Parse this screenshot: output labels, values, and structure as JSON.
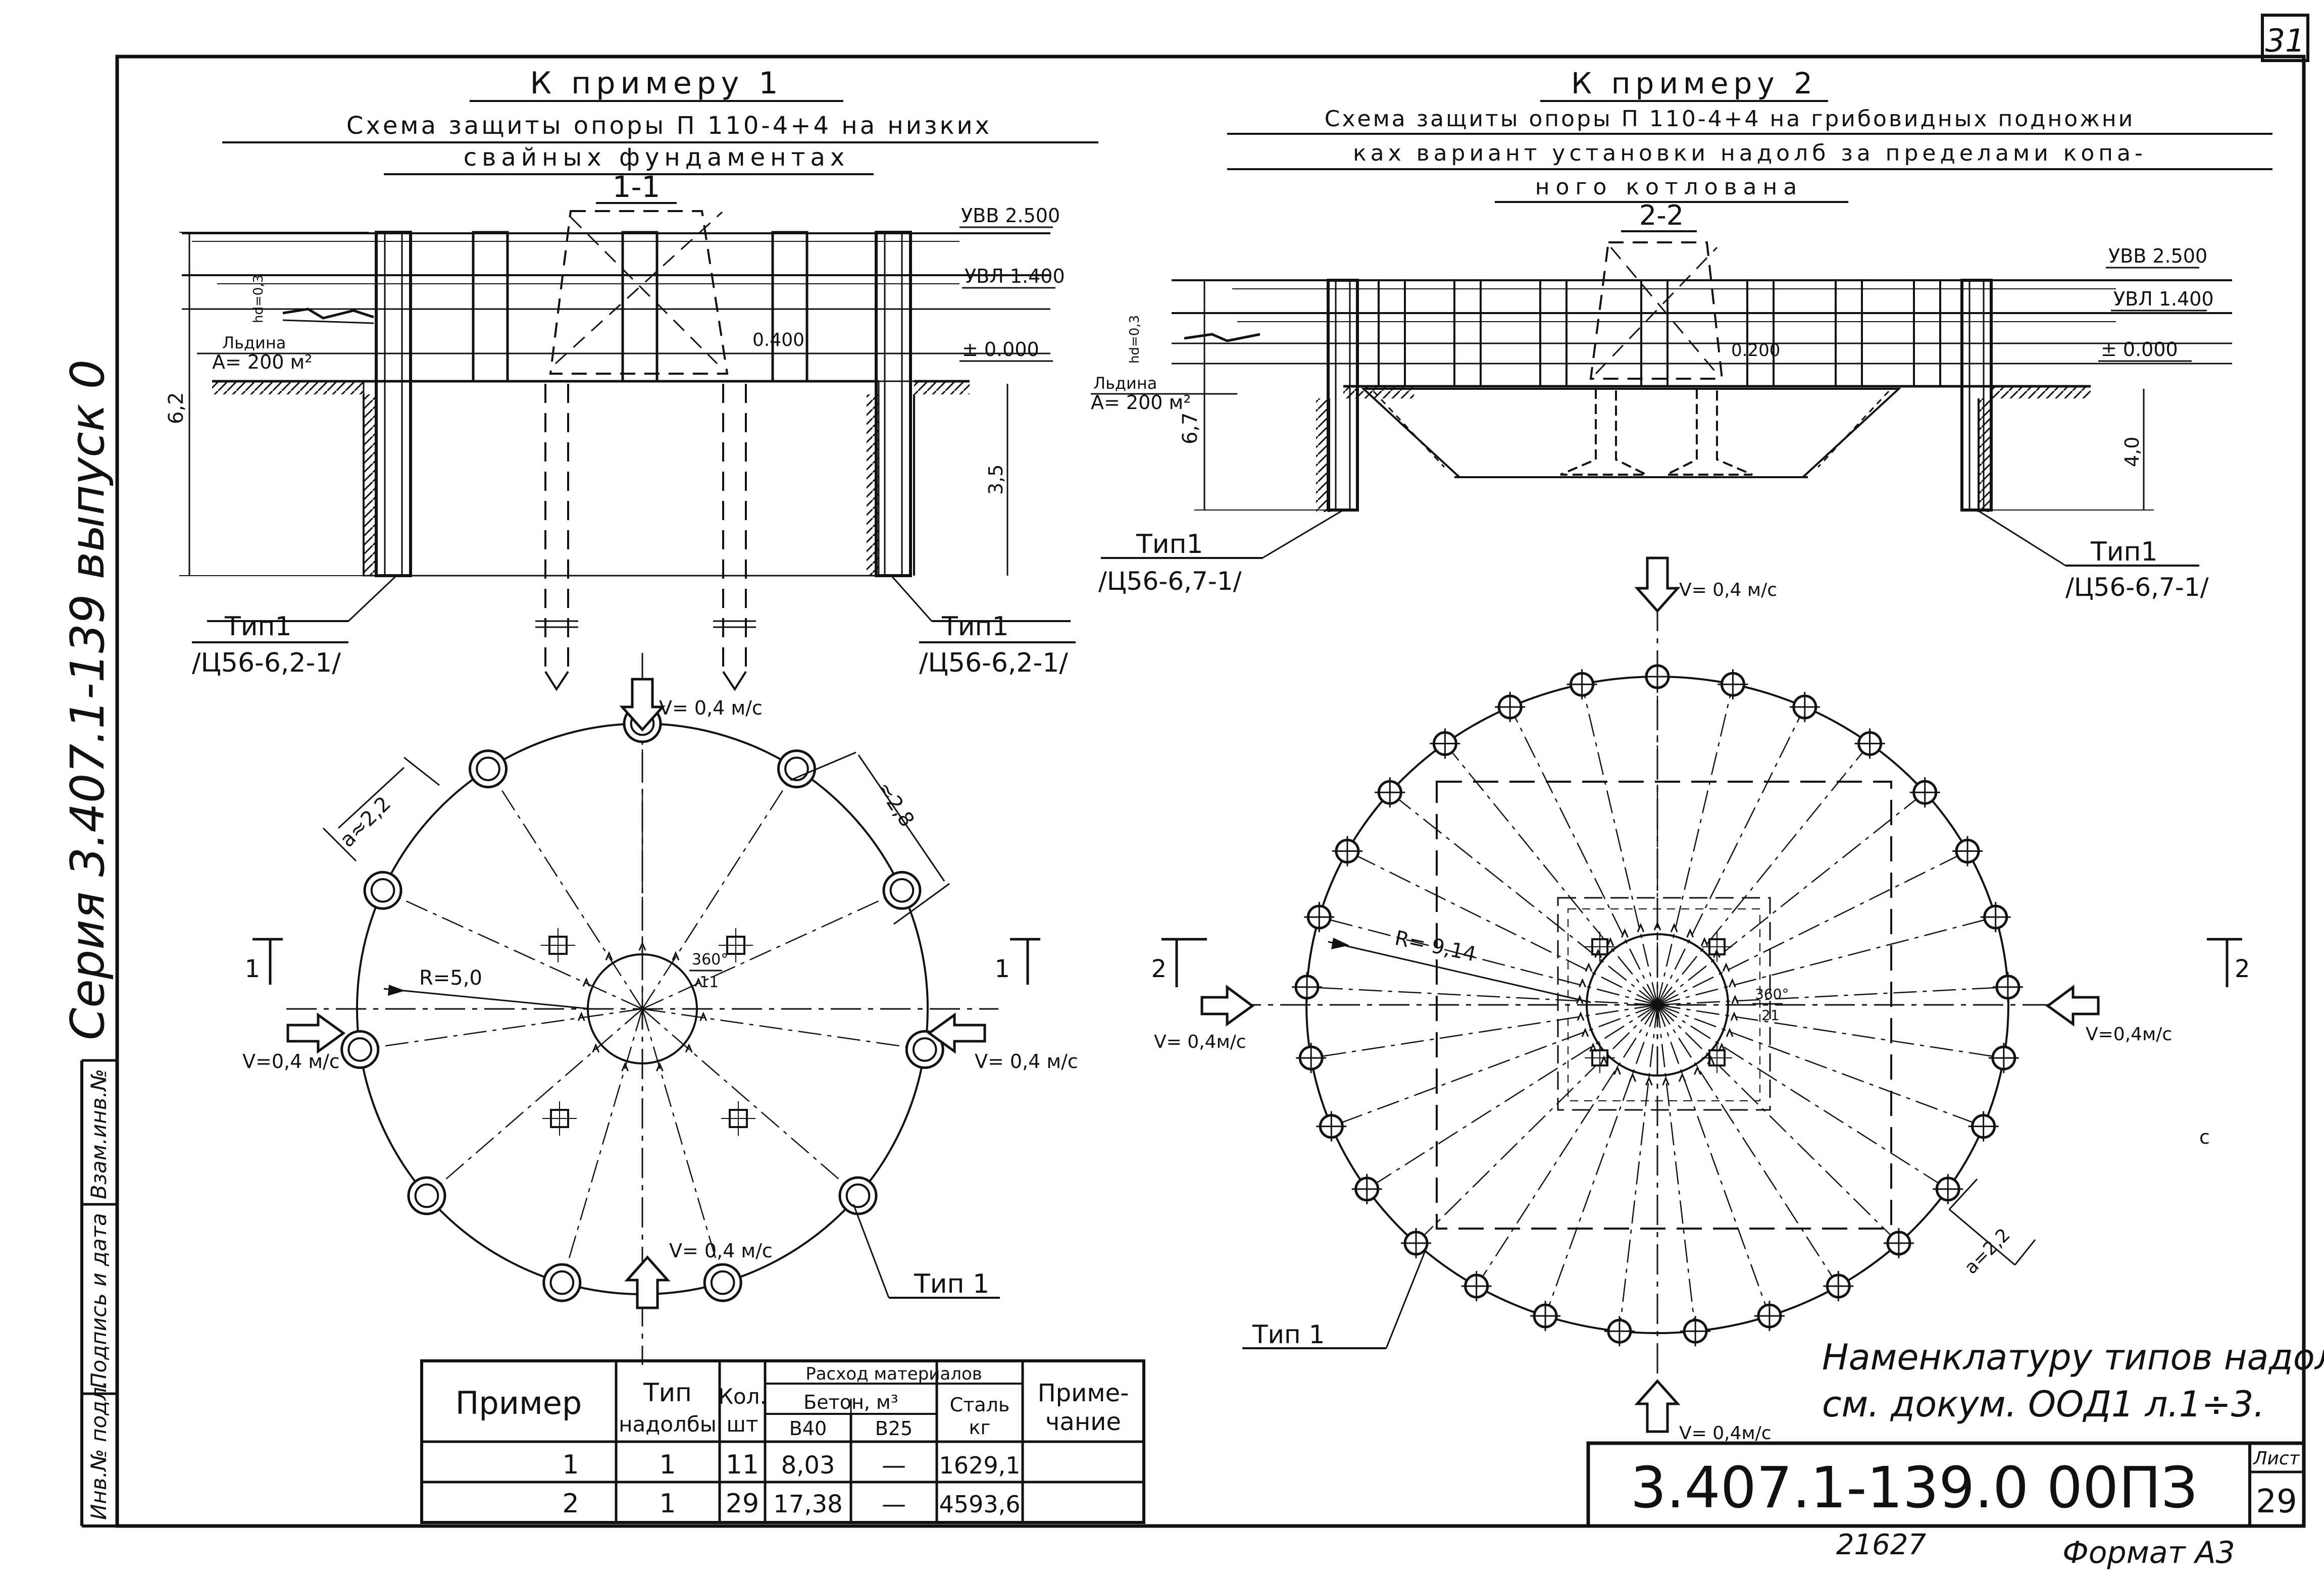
{
  "sheet": {
    "corner_number": "31",
    "side_series": "Серия 3.407.1-139 выпуск 0",
    "side_fields": [
      "Инв.№ подл.",
      "Подпись и дата",
      "Взам.инв.№"
    ],
    "note_line1": "Наменклатуру типов надолб",
    "note_line2": "см. докум. ООД1 л.1÷3.",
    "doc_code": "3.407.1-139.0 00ПЗ",
    "list_label": "Лист",
    "list_number": "29",
    "stamp_number": "21627",
    "format": "Формат А3"
  },
  "left": {
    "example": "К примеру 1",
    "title1": "Схема защиты опоры П 110-4+4 на низких",
    "title2": "свайных фундаментах",
    "section": "1-1",
    "uvv": "УВВ 2.500",
    "uvl": "УВЛ 1.400",
    "zero": "± 0.000",
    "dim_0400": "0.400",
    "ice1": "Льдина",
    "ice2": "А= 200 м²",
    "hd": "hd=0,3",
    "dim_62": "6,2",
    "dim_35": "3,5",
    "type_left1": "Тип1",
    "type_left2": "/Ц56-6,2-1/",
    "type_right1": "Тип1",
    "type_right2": "/Ц56-6,2-1/",
    "flow_top": "V= 0,4 м/с",
    "flow_left": "V=0,4 м/с",
    "flow_right": "V= 0,4 м/с",
    "flow_bottom": "V= 0,4 м/с",
    "radius": "R=5,0",
    "dim_a": "a≈2,2",
    "dim_b": "≈2,8",
    "angle": "360°",
    "angle_div": "11",
    "cut_left": "1",
    "cut_right": "1",
    "type_plan": "Тип 1"
  },
  "right": {
    "example": "К примеру 2",
    "title1": "Схема защиты опоры П 110-4+4 на грибовидных подножни",
    "title2": "ках вариант установки надолб за пределами копа-",
    "title3": "ного котлована",
    "section": "2-2",
    "uvv": "УВВ 2.500",
    "uvl": "УВЛ 1.400",
    "zero": "± 0.000",
    "dim_0200": "0.200",
    "ice1": "Льдина",
    "ice2": "А= 200 м²",
    "hd": "hd=0,3",
    "dim_67": "6,7",
    "dim_40": "4,0",
    "type_left1": "Тип1",
    "type_left2": "/Ц56-6,7-1/",
    "type_right1": "Тип1",
    "type_right2": "/Ц56-6,7-1/",
    "flow_top": "V= 0,4 м/с",
    "flow_left": "V= 0,4м/с",
    "flow_right": "V=0,4м/с",
    "flow_bottom": "V= 0,4м/с",
    "radius": "R= 9,14",
    "dim_a": "a=2,2",
    "angle": "360°",
    "angle_div": "21",
    "cut_left": "2",
    "cut_right": "2",
    "type_plan": "Тип 1",
    "small_c": "c"
  },
  "table": {
    "h_example": "Пример",
    "h_type1": "Тип",
    "h_type2": "надолбы",
    "h_qty1": "Кол.",
    "h_qty2": "шт",
    "h_consumption": "Расход материалов",
    "h_concrete": "Бетон, м³",
    "h_b40": "В40",
    "h_b25": "В25",
    "h_steel1": "Сталь",
    "h_steel2": "кг",
    "h_note1": "Приме-",
    "h_note2": "чание",
    "rows": [
      {
        "example": "1",
        "type": "1",
        "qty": "11",
        "b40": "8,03",
        "b25": "—",
        "steel": "1629,1",
        "note": ""
      },
      {
        "example": "2",
        "type": "1",
        "qty": "29",
        "b40": "17,38",
        "b25": "—",
        "steel": "4593,6",
        "note": ""
      }
    ]
  }
}
